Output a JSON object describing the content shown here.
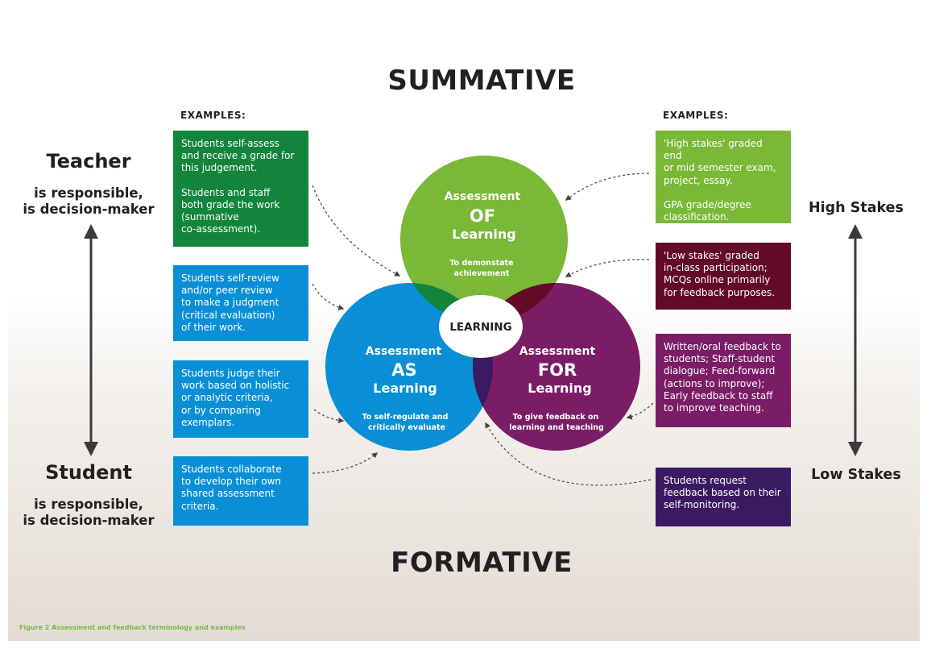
{
  "titles": {
    "top": "SUMMATIVE",
    "bottom": "FORMATIVE"
  },
  "examples_label_left": "EXAMPLES:",
  "examples_label_right": "EXAMPLES:",
  "left_axis": {
    "top_heading": "Teacher",
    "top_sub": "is responsible,\nis decision-maker",
    "bottom_heading": "Student",
    "bottom_sub": "is responsible,\nis decision-maker"
  },
  "right_axis": {
    "top": "High Stakes",
    "bottom": "Low Stakes"
  },
  "left_boxes": [
    {
      "paragraphs": [
        "Students self-assess\nand receive a grade for\nthis judgement.",
        "Students and staff\nboth grade the work\n(summative\nco-assessment)."
      ],
      "color": "#13843c"
    },
    {
      "paragraphs": [
        "Students self-review\nand/or peer review\nto make a judgment\n(critical evaluation)\nof their work."
      ],
      "color": "#0a8fd6"
    },
    {
      "paragraphs": [
        "Students judge their\nwork based on holistic\nor analytic criteria,\nor by comparing\nexemplars."
      ],
      "color": "#0a8fd6"
    },
    {
      "paragraphs": [
        "Students collaborate\nto develop their own\nshared assessment\ncriteria."
      ],
      "color": "#0a8fd6"
    }
  ],
  "right_boxes": [
    {
      "paragraphs": [
        "'High stakes' graded end\nor mid semester exam,\nproject, essay.",
        "GPA grade/degree\nclassification."
      ],
      "color": "#7ab838"
    },
    {
      "paragraphs": [
        "'Low stakes' graded\nin-class participation;\nMCQs online primarily\nfor feedback purposes."
      ],
      "color": "#630a27"
    },
    {
      "paragraphs": [
        "Written/oral feedback to\nstudents; Staff-student\ndialogue; Feed-forward\n(actions to improve);\nEarly feedback to staff\nto improve teaching."
      ],
      "color": "#7b1c66"
    },
    {
      "paragraphs": [
        "Students request\nfeedback based on their\nself-monitoring."
      ],
      "color": "#3b1a63"
    }
  ],
  "circles": {
    "of": {
      "line1": "Assessment",
      "big": "OF",
      "line3": "Learning",
      "desc1": "To demonstate",
      "desc2": "achievement",
      "color": "#7ab838"
    },
    "as": {
      "line1": "Assessment",
      "big": "AS",
      "line3": "Learning",
      "desc1": "To self-regulate and",
      "desc2": "critically evaluate",
      "color": "#0a8fd6"
    },
    "for": {
      "line1": "Assessment",
      "big": "FOR",
      "line3": "Learning",
      "desc1": "To give feedback on",
      "desc2": "learning and teaching",
      "color": "#7b1c66"
    },
    "center": "LEARNING"
  },
  "caption": "Figure 2 Assessment and feedback terminology and examples"
}
